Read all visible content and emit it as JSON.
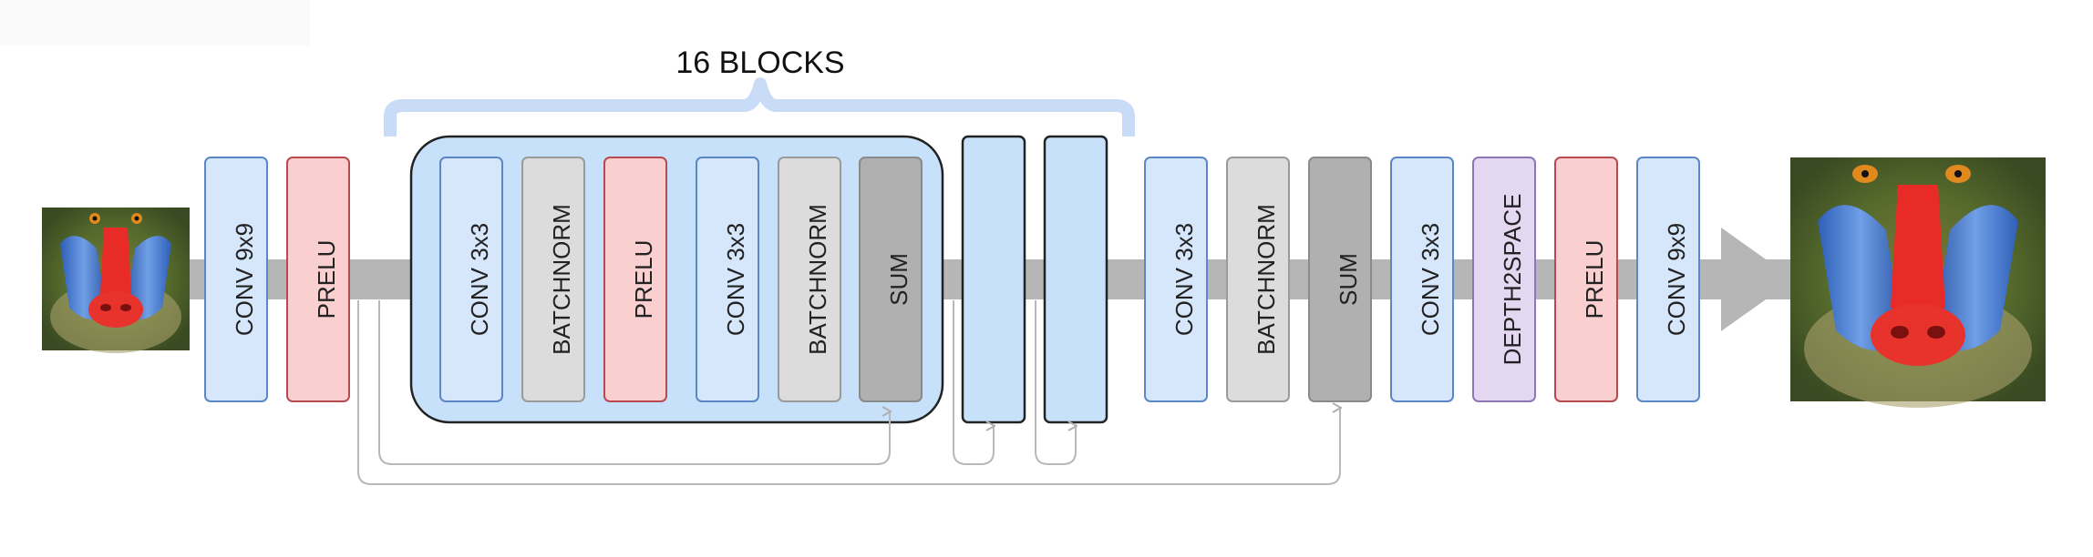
{
  "title": "16 BLOCKS",
  "colors": {
    "conv_fill": "#d6e6fb",
    "conv_stroke": "#5b87c7",
    "prelu_fill": "#f9cfd0",
    "prelu_stroke": "#b84a4f",
    "bn_fill": "#dcdcdc",
    "bn_stroke": "#9a9a9a",
    "sum_fill": "#b0b0b0",
    "sum_stroke": "#8a8a8a",
    "d2s_fill": "#e3d7f2",
    "d2s_stroke": "#8e75b5",
    "res_block_fill": "#c8e1fb",
    "res_block_stroke": "#222222",
    "brace": "#c8dcf7",
    "trunk": "#b6b6b6",
    "skip": "#b8b8b8"
  },
  "layers": {
    "conv9x9_in": "CONV 9x9",
    "prelu_in": "PRELU",
    "block_conv1": "CONV 3x3",
    "block_bn1": "BATCHNORM",
    "block_prelu": "PRELU",
    "block_conv2": "CONV 3x3",
    "block_bn2": "BATCHNORM",
    "block_sum": "SUM",
    "post_conv": "CONV 3x3",
    "post_bn": "BATCHNORM",
    "post_sum": "SUM",
    "up_conv": "CONV 3x3",
    "depth2space": "DEPTH2SPACE",
    "up_prelu": "PRELU",
    "out_conv9x9": "CONV 9x9"
  },
  "images": {
    "input": "low-resolution mandrill input",
    "output": "super-resolved mandrill output"
  }
}
